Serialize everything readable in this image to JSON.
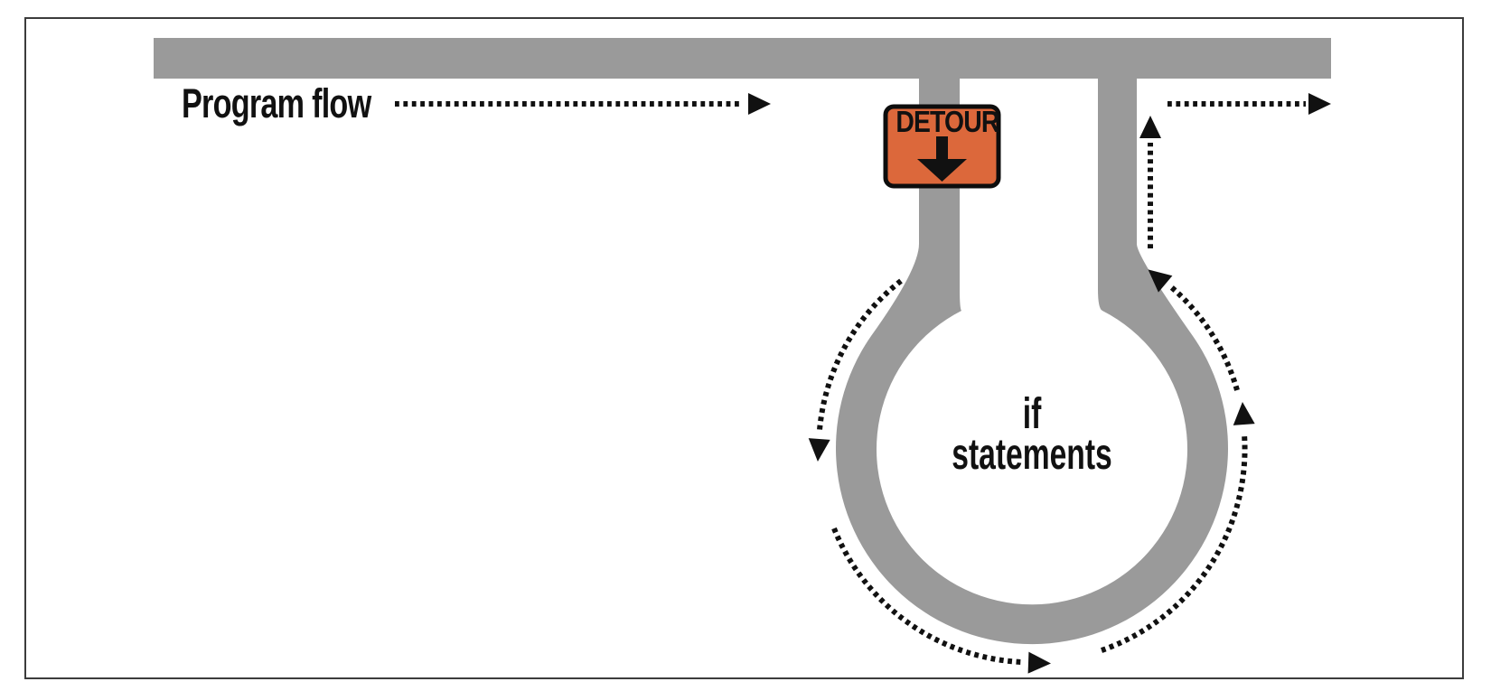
{
  "diagram": {
    "program_flow_label": "Program flow",
    "loop_label": {
      "line1": "if",
      "line2": "statements"
    },
    "detour_sign": {
      "label": "DETOUR"
    },
    "colors": {
      "road": "#9a9a9a",
      "ink": "#111111",
      "sign_fill": "#dc683b",
      "sign_border": "#0d0d0d",
      "frame": "#3c3c3c",
      "background": "#ffffff"
    }
  }
}
